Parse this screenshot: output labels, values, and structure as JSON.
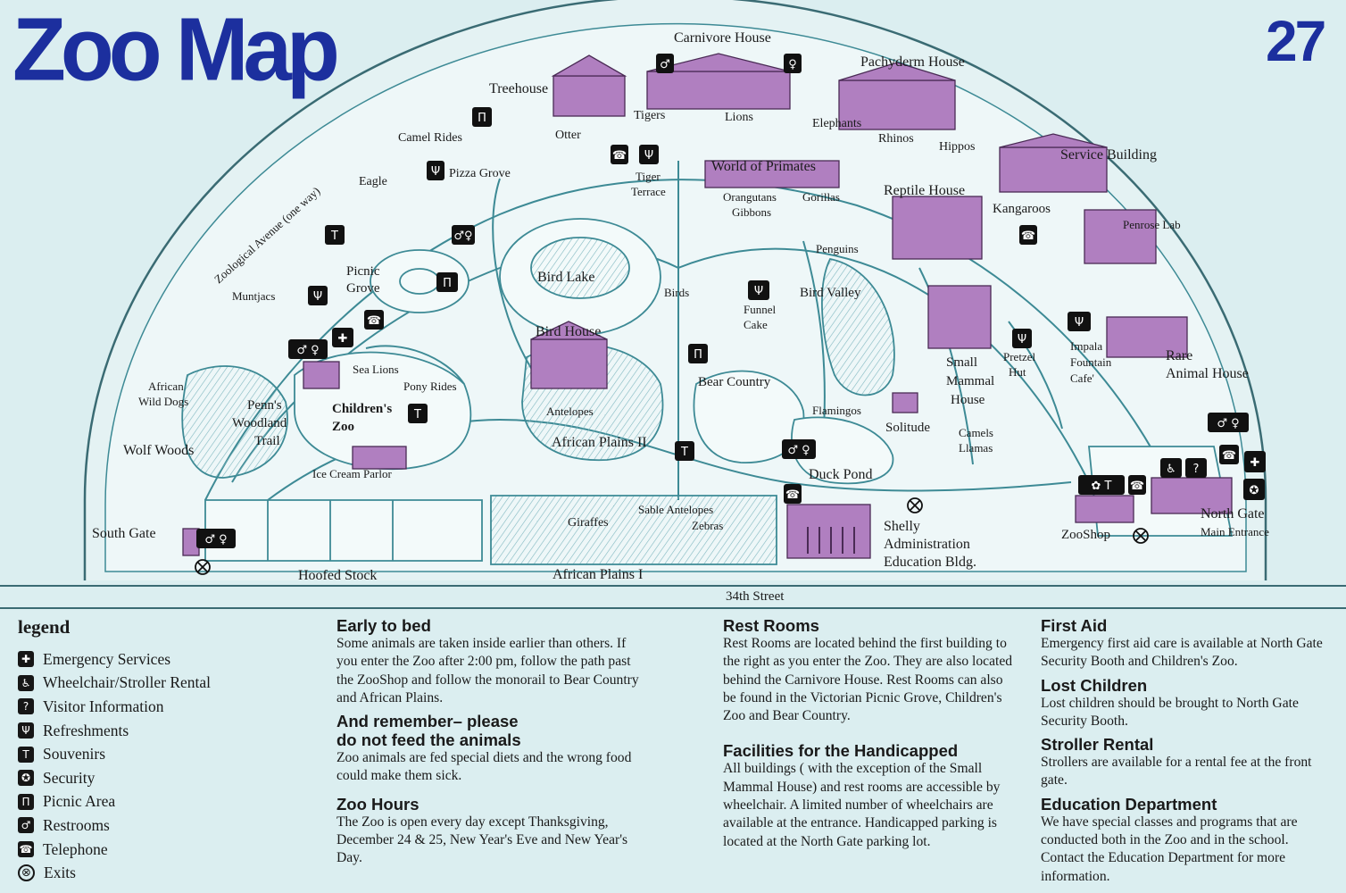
{
  "header": {
    "title": "Zoo Map",
    "page_number": "27"
  },
  "colors": {
    "title_blue": "#1c2f9e",
    "path_teal": "#3d8a95",
    "building_purple": "#b07fc0",
    "background": "#dbeef0"
  },
  "map": {
    "labels": {
      "carnivore_house": "Carnivore House",
      "pachyderm_house": "Pachyderm House",
      "treehouse": "Treehouse",
      "tigers": "Tigers",
      "lions": "Lions",
      "otter": "Otter",
      "elephants": "Elephants",
      "rhinos": "Rhinos",
      "hippos": "Hippos",
      "camel_rides": "Camel Rides",
      "pizza_grove": "Pizza Grove",
      "eagle": "Eagle",
      "tiger_terrace_1": "Tiger",
      "tiger_terrace_2": "Terrace",
      "world_of_primates": "World of Primates",
      "orangutans": "Orangutans",
      "gorillas": "Gorillas",
      "gibbons": "Gibbons",
      "reptile_house": "Reptile House",
      "service_building": "Service Building",
      "kangaroos": "Kangaroos",
      "penrose_lab": "Penrose Lab",
      "zoological_avenue": "Zoological Avenue (one way)",
      "picnic_grove_1": "Picnic",
      "picnic_grove_2": "Grove",
      "muntjacs": "Muntjacs",
      "bird_lake": "Bird Lake",
      "birds": "Birds",
      "penguins": "Penguins",
      "bird_valley": "Bird Valley",
      "funnel_cake_1": "Funnel",
      "funnel_cake_2": "Cake",
      "bird_house": "Bird House",
      "sea_lions": "Sea Lions",
      "pony_rides": "Pony Rides",
      "african_wild_dogs_1": "African",
      "african_wild_dogs_2": "Wild Dogs",
      "penns_woodland_1": "Penn's",
      "penns_woodland_2": "Woodland",
      "penns_woodland_3": "Trail",
      "childrens_zoo_1": "Children's",
      "childrens_zoo_2": "Zoo",
      "wolf_woods": "Wolf Woods",
      "ice_cream_parlor": "Ice Cream Parlor",
      "antelopes": "Antelopes",
      "african_plains_2": "African Plains II",
      "bear_country": "Bear Country",
      "flamingos": "Flamingos",
      "solitude": "Solitude",
      "small_mammal_1": "Small",
      "small_mammal_2": "Mammal",
      "small_mammal_3": "House",
      "pretzel_hut_1": "Pretzel",
      "pretzel_hut_2": "Hut",
      "impala_1": "Impala",
      "impala_2": "Fountain",
      "impala_3": "Cafe'",
      "rare_animal_1": "Rare",
      "rare_animal_2": "Animal House",
      "camels": "Camels",
      "llamas": "Llamas",
      "duck_pond": "Duck Pond",
      "south_gate": "South Gate",
      "giraffes": "Giraffes",
      "sable_antelopes": "Sable Antelopes",
      "zebras": "Zebras",
      "shelly": "Shelly",
      "administration": "Administration",
      "education_bldg": "Education Bldg.",
      "zooshop": "ZooShop",
      "north_gate": "North Gate",
      "main_entrance": "Main Entrance",
      "hoofed_stock": "Hoofed Stock",
      "african_plains_1": "African Plains I",
      "street": "34th Street"
    }
  },
  "legend": {
    "heading": "legend",
    "items": [
      {
        "icon": "plus-icon",
        "glyph": "✚",
        "label": "Emergency Services"
      },
      {
        "icon": "wheelchair-icon",
        "glyph": "♿",
        "label": "Wheelchair/Stroller Rental"
      },
      {
        "icon": "question-icon",
        "glyph": "?",
        "label": "Visitor Information"
      },
      {
        "icon": "refreshments-icon",
        "glyph": "Ψ",
        "label": "Refreshments"
      },
      {
        "icon": "souvenir-shirt-icon",
        "glyph": "T",
        "label": "Souvenirs"
      },
      {
        "icon": "security-badge-icon",
        "glyph": "✪",
        "label": "Security"
      },
      {
        "icon": "picnic-table-icon",
        "glyph": "Π",
        "label": "Picnic Area"
      },
      {
        "icon": "restroom-icon",
        "glyph": "♂",
        "label": "Restrooms"
      },
      {
        "icon": "telephone-icon",
        "glyph": "☎",
        "label": "Telephone"
      },
      {
        "icon": "exit-icon",
        "glyph": "⊗",
        "label": "Exits"
      }
    ]
  },
  "info": {
    "early_to_bed": {
      "heading": "Early to bed",
      "body": "Some animals are taken inside earlier than others. If you enter the Zoo after 2:00 pm, follow the path past the ZooShop and follow the monorail to Bear Country and African Plains."
    },
    "remember": {
      "heading_1": "And remember– please",
      "heading_2": "do not feed the animals",
      "body": "Zoo animals are fed special diets and the wrong food could make them sick."
    },
    "zoo_hours": {
      "heading": "Zoo Hours",
      "body": "The Zoo is open every day except Thanksgiving, December 24 & 25, New Year's Eve and New Year's Day."
    },
    "rest_rooms": {
      "heading": "Rest Rooms",
      "body": "Rest Rooms are located behind the first building to the right as you enter the Zoo. They are also located behind the Carnivore House. Rest Rooms can also be found in the Victorian Picnic Grove, Children's Zoo and Bear Country."
    },
    "handicapped": {
      "heading": "Facilities for the Handicapped",
      "body": "All buildings ( with the exception of the Small Mammal House) and rest rooms are accessible by wheelchair. A limited number of wheelchairs are available at the entrance. Handicapped parking is located at the North Gate parking lot."
    },
    "first_aid": {
      "heading": "First Aid",
      "body": "Emergency first aid care is available at North Gate Security Booth and Children's Zoo."
    },
    "lost_children": {
      "heading": "Lost Children",
      "body": "Lost children should be brought to North Gate Security Booth."
    },
    "stroller_rental": {
      "heading": "Stroller Rental",
      "body": "Strollers are available for a rental fee at the front gate."
    },
    "education": {
      "heading": "Education Department",
      "body": "We have special classes and programs that are conducted both in the Zoo and in the school. Contact the Education Department for more information."
    }
  }
}
